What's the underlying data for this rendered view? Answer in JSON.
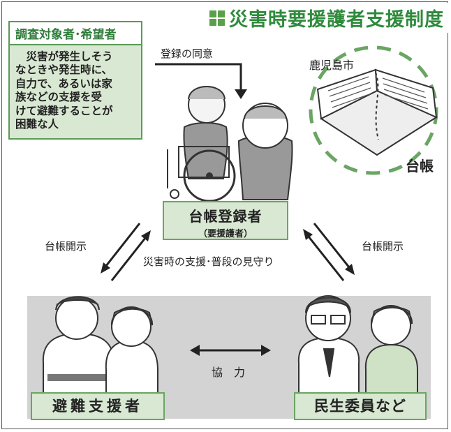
{
  "title": "災害時要援護者支援制度",
  "target_box": {
    "heading": "調査対象者･希望者",
    "lines": [
      "災害が発生しそう",
      "なときや発生時に、",
      "自力で、あるいは家",
      "族などの支援を受",
      "けて避難することが",
      "困難な人"
    ]
  },
  "consent_label": "登録の同意",
  "city_label": "鹿児島市",
  "ledger_label": "台帳",
  "registrant": {
    "main": "台帳登録者",
    "sub": "（要援護者）"
  },
  "disclosure_left": "台帳開示",
  "disclosure_right": "台帳開示",
  "support_label": "災害時の支援･普段の見守り",
  "cooperation_label": "協　力",
  "supporters_label": "避難支援者",
  "welfare_label": "民生委員など",
  "colors": {
    "accent_green": "#2f8a3c",
    "box_fill": "#d9e8d2",
    "box_border": "#6aa563",
    "band_gray": "#d3d3d3"
  }
}
